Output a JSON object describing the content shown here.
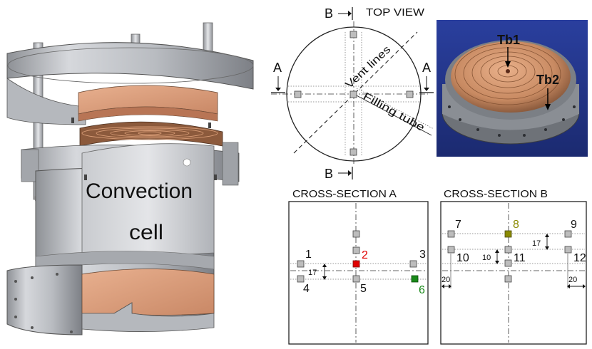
{
  "cell_label": {
    "line1": "Convection",
    "line2": "cell"
  },
  "top_view": {
    "title": "TOP VIEW",
    "section_b_top": "B",
    "section_b_bottom": "B",
    "section_a_left": "A",
    "section_a_right": "A",
    "vent_lines": "Vent lines",
    "filling_tube": "Filling tube"
  },
  "photo": {
    "label1": "Tb1",
    "label2": "Tb2"
  },
  "cross_section_a": {
    "title": "CROSS-SECTION A",
    "dimension": "17",
    "sensors": [
      {
        "id": "1",
        "color": "#111111"
      },
      {
        "id": "2",
        "color": "#e00000"
      },
      {
        "id": "3",
        "color": "#111111"
      },
      {
        "id": "4",
        "color": "#111111"
      },
      {
        "id": "5",
        "color": "#111111"
      },
      {
        "id": "6",
        "color": "#1a8a1a"
      }
    ]
  },
  "cross_section_b": {
    "title": "CROSS-SECTION B",
    "dim_17": "17",
    "dim_10": "10",
    "dim_20_left": "20",
    "dim_20_right": "20",
    "sensors": [
      {
        "id": "7",
        "color": "#111111"
      },
      {
        "id": "8",
        "color": "#8a8a00"
      },
      {
        "id": "9",
        "color": "#111111"
      },
      {
        "id": "10",
        "color": "#111111"
      },
      {
        "id": "11",
        "color": "#111111"
      },
      {
        "id": "12",
        "color": "#111111"
      }
    ]
  }
}
